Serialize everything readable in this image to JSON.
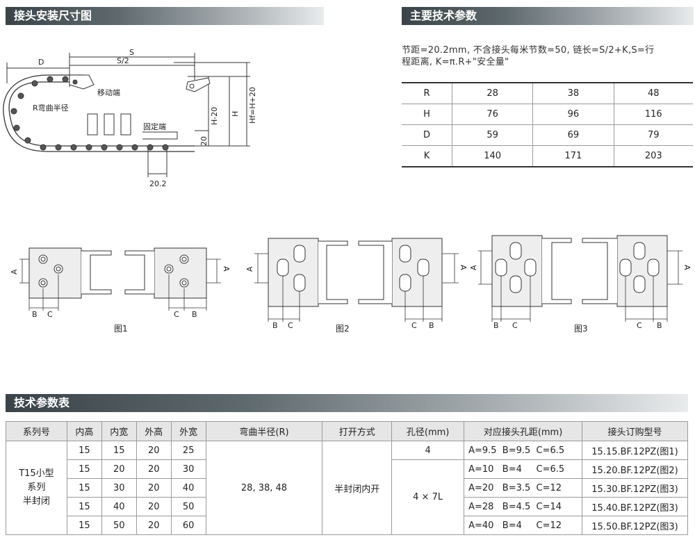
{
  "headings": {
    "install": "接头安装尺寸图",
    "params": "主要技术参数",
    "spec": "技术参数表"
  },
  "params_text": {
    "line1": "节距=20.2mm, 不含接头每米节数=50, 链长=S/2+K,S=行",
    "line2": "程距离, K=π.R+\"安全量\""
  },
  "params_table": [
    [
      "R",
      "28",
      "38",
      "48"
    ],
    [
      "H",
      "76",
      "96",
      "116"
    ],
    [
      "D",
      "59",
      "69",
      "79"
    ],
    [
      "K",
      "140",
      "171",
      "203"
    ]
  ],
  "install_drawing": {
    "dim_D": "D",
    "dim_S": "S",
    "dim_S2": "S/2",
    "moving_end": "移动端",
    "bend_radius": "R弯曲半径",
    "fixed_end": "固定端",
    "dim_H20": "H-20",
    "dim_H": "H",
    "dim_Hf": "Hf=H+20",
    "dim_20": "20",
    "dim_pitch": "20.2"
  },
  "figures": {
    "fig1": "图1",
    "fig2": "图2",
    "fig3": "图3",
    "A": "A",
    "B": "B",
    "C": "C"
  },
  "spec_table": {
    "headers": [
      "系列号",
      "内高",
      "内宽",
      "外高",
      "外宽",
      "弯曲半径(R)",
      "打开方式",
      "孔径(mm)",
      "对应接头孔距(mm)",
      "接头订购型号"
    ],
    "series": "T15小型\n系列\n半封闭",
    "bend": "28, 38, 48",
    "open": "半封闭内开",
    "hole1": "4",
    "hole2": "4 × 7L",
    "rows": [
      {
        "ih": "15",
        "iw": "15",
        "oh": "20",
        "ow": "25",
        "spacing": "A=9.5  B=9.5  C=6.5",
        "model": "15.15.BF.12PZ(图1)"
      },
      {
        "ih": "15",
        "iw": "20",
        "oh": "20",
        "ow": "30",
        "spacing": "A=10   B=4     C=6.5",
        "model": "15.20.BF.12PZ(图2)"
      },
      {
        "ih": "15",
        "iw": "30",
        "oh": "20",
        "ow": "40",
        "spacing": "A=20   B=3.5  C=12",
        "model": "15.30.BF.12PZ(图3)"
      },
      {
        "ih": "15",
        "iw": "40",
        "oh": "20",
        "ow": "50",
        "spacing": "A=28   B=4.5  C=14",
        "model": "15.40.BF.12PZ(图3)"
      },
      {
        "ih": "15",
        "iw": "50",
        "oh": "20",
        "ow": "60",
        "spacing": "A=40   B=4     C=12",
        "model": "15.50.BF.12PZ(图3)"
      }
    ]
  }
}
